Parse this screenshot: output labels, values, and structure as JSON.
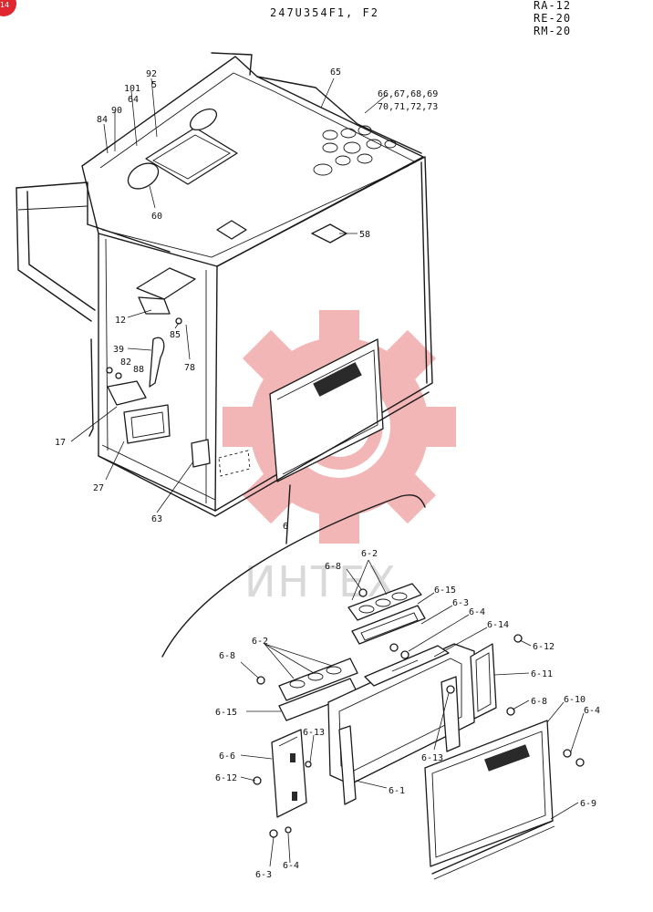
{
  "header": {
    "drawing_number": "247U354F1, F2",
    "models": [
      "RA-12",
      "RE-20",
      "RM-20"
    ]
  },
  "watermark": {
    "text": "ИНТЕХ",
    "gear_color": "#f3b6b6"
  },
  "colors": {
    "line": "#1a1a1a",
    "corner_badge": "#e0262e"
  },
  "callouts": [
    {
      "id": "c92",
      "text": "92"
    },
    {
      "id": "c5",
      "text": "5"
    },
    {
      "id": "c101",
      "text": "101"
    },
    {
      "id": "c64",
      "text": "64"
    },
    {
      "id": "c90",
      "text": "90"
    },
    {
      "id": "c84",
      "text": "84"
    },
    {
      "id": "c65",
      "text": "65"
    },
    {
      "id": "c66",
      "text": "66,67,68,69"
    },
    {
      "id": "c70",
      "text": "70,71,72,73"
    },
    {
      "id": "c60",
      "text": "60"
    },
    {
      "id": "c58",
      "text": "58"
    },
    {
      "id": "c12",
      "text": "12"
    },
    {
      "id": "c85",
      "text": "85"
    },
    {
      "id": "c78",
      "text": "78"
    },
    {
      "id": "c39",
      "text": "39"
    },
    {
      "id": "c82",
      "text": "82"
    },
    {
      "id": "c88",
      "text": "88"
    },
    {
      "id": "c17",
      "text": "17"
    },
    {
      "id": "c27",
      "text": "27"
    },
    {
      "id": "c63",
      "text": "63"
    },
    {
      "id": "c6",
      "text": "6"
    },
    {
      "id": "c6_2a",
      "text": "6-2"
    },
    {
      "id": "c6_8a",
      "text": "6-8"
    },
    {
      "id": "c6_15a",
      "text": "6-15"
    },
    {
      "id": "c6_3a",
      "text": "6-3"
    },
    {
      "id": "c6_4a",
      "text": "6-4"
    },
    {
      "id": "c6_14",
      "text": "6-14"
    },
    {
      "id": "c6_12a",
      "text": "6-12"
    },
    {
      "id": "c6_11",
      "text": "6-11"
    },
    {
      "id": "c6_2b",
      "text": "6-2"
    },
    {
      "id": "c6_8b",
      "text": "6-8"
    },
    {
      "id": "c6_15b",
      "text": "6-15"
    },
    {
      "id": "c6_8c",
      "text": "6-8"
    },
    {
      "id": "c6_10",
      "text": "6-10"
    },
    {
      "id": "c6_4b",
      "text": "6-4"
    },
    {
      "id": "c6_13a",
      "text": "6-13"
    },
    {
      "id": "c6_13b",
      "text": "6-13"
    },
    {
      "id": "c6_6",
      "text": "6-6"
    },
    {
      "id": "c6_12b",
      "text": "6-12"
    },
    {
      "id": "c6_1",
      "text": "6-1"
    },
    {
      "id": "c6_9",
      "text": "6-9"
    },
    {
      "id": "c6_3b",
      "text": "6-3"
    },
    {
      "id": "c6_4c",
      "text": "6-4"
    }
  ]
}
